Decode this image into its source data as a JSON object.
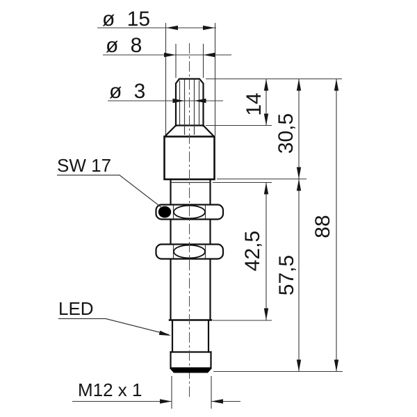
{
  "drawing": {
    "type": "technical-dimension-drawing",
    "component": "cylindrical threaded proximity sensor, side elevation",
    "diameter_labels": {
      "d15": "ø 15",
      "d8": "ø 8",
      "d3": "ø 3"
    },
    "length_dimensions": {
      "stud": "14",
      "upper_section": "30,5",
      "thread_length": "42,5",
      "lower_section": "57,5",
      "total": "88"
    },
    "callouts": {
      "wrench_size": "SW 17",
      "led": "LED",
      "thread_spec": "M12 x 1"
    },
    "colors": {
      "background": "#ffffff",
      "outline": "#101010",
      "thin_line": "#3a3a3a",
      "sensing_face": "#000000"
    }
  }
}
